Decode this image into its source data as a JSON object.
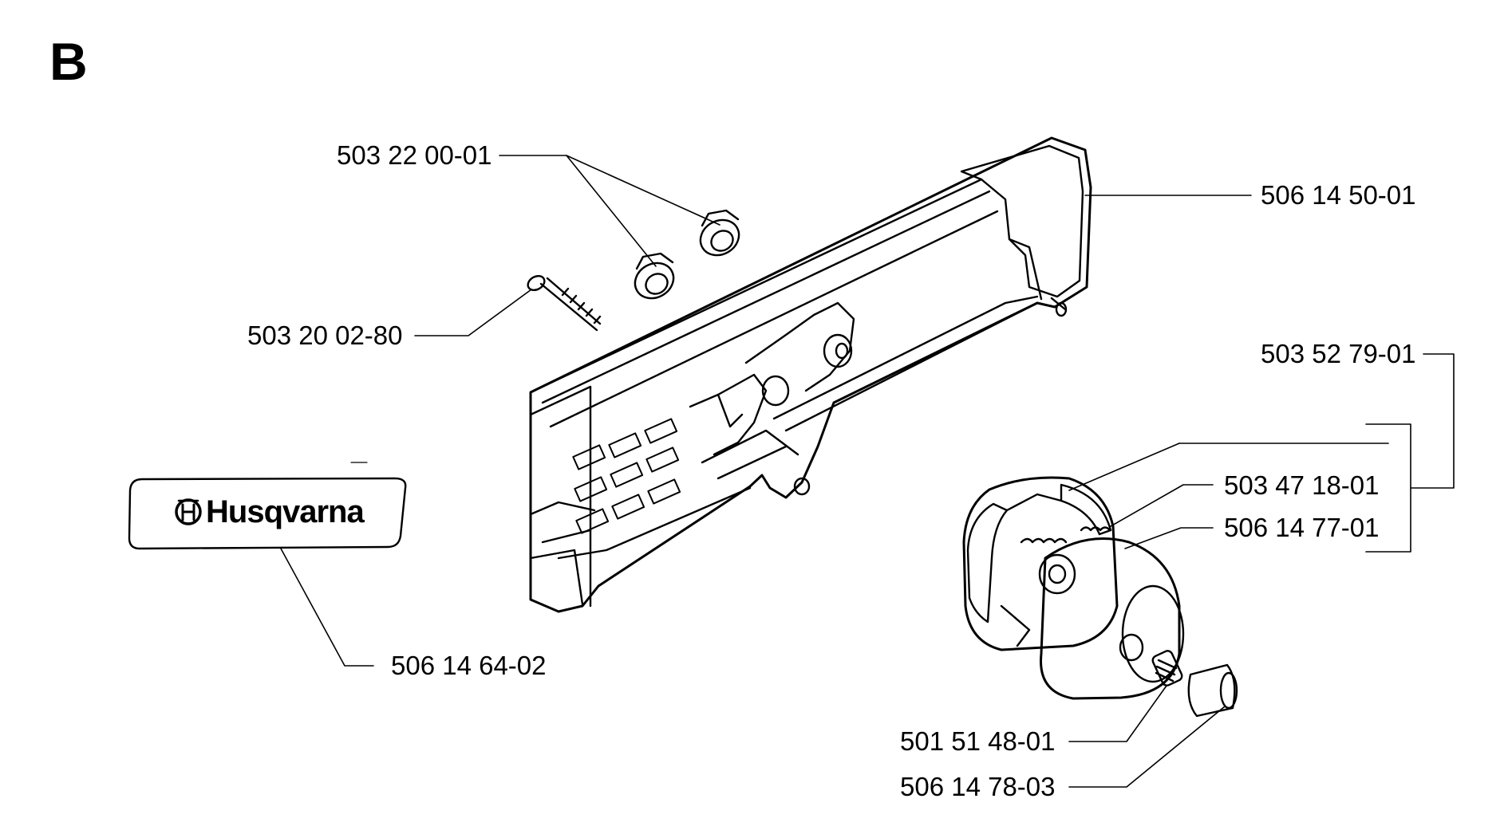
{
  "diagram": {
    "section": "B",
    "brand_label": "Husqvarna",
    "parts": [
      {
        "id": "chain-cover",
        "number": "506 14 50-01"
      },
      {
        "id": "flange-nuts",
        "number": "503 22 00-01"
      },
      {
        "id": "guide-bolt",
        "number": "503 20 02-80"
      },
      {
        "id": "decal",
        "number": "506 14 64-02"
      },
      {
        "id": "clutch-assembly",
        "number": "503 52 79-01"
      },
      {
        "id": "clutch-spring",
        "number": "503 47 18-01"
      },
      {
        "id": "clutch-drum",
        "number": "506 14 77-01"
      },
      {
        "id": "needle-bearing",
        "number": "501 51 48-01"
      },
      {
        "id": "spacer-washer",
        "number": "506 14 78-03"
      }
    ]
  }
}
